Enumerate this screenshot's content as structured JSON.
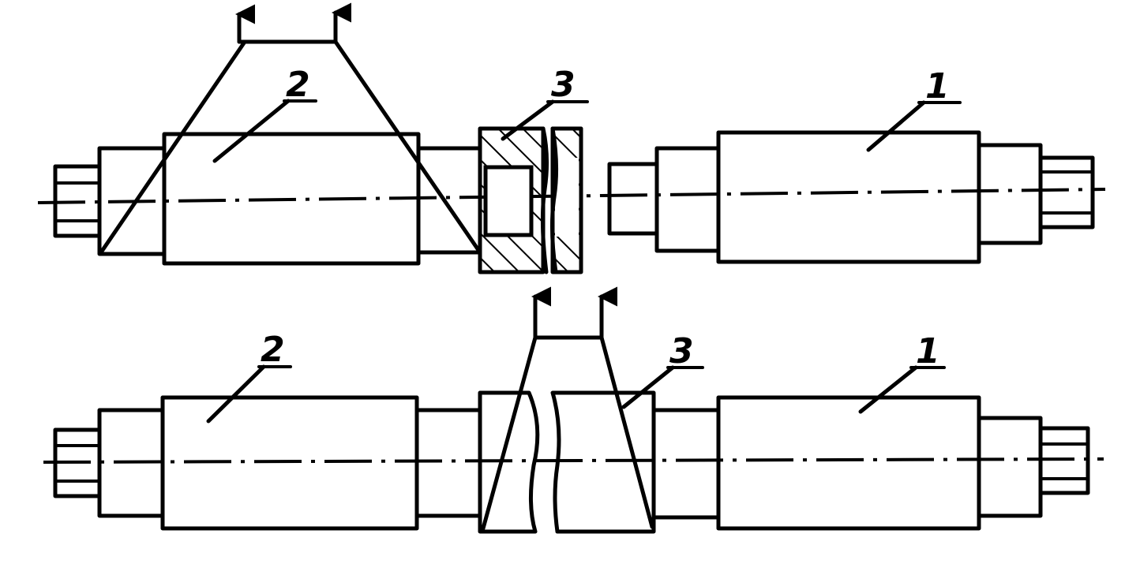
{
  "labels": {
    "part_1": "1",
    "part_2": "2",
    "part_3": "3"
  },
  "colors": {
    "ink": "#000000",
    "paper": "#ffffff"
  }
}
